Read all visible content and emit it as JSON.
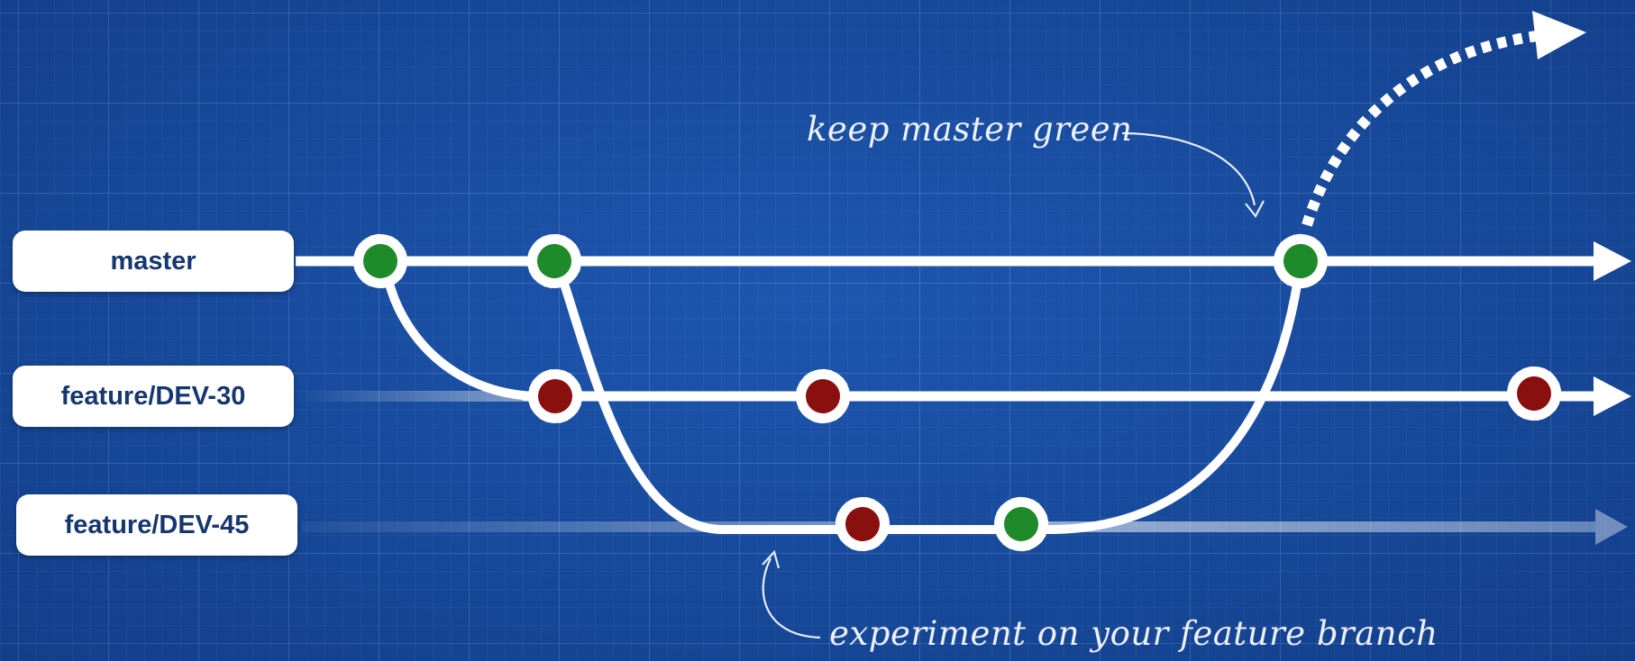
{
  "branches": {
    "master": "master",
    "dev30": "feature/DEV-30",
    "dev45": "feature/DEV-45"
  },
  "annotations": {
    "keep_green": "keep master green",
    "experiment": "experiment on your feature branch"
  },
  "colors": {
    "background": "#1a4fa3",
    "line": "#ffffff",
    "commit_passing": "#1f8a2a",
    "commit_failing": "#8a1010",
    "label_text": "#16366f"
  },
  "commits": [
    {
      "branch": "master",
      "status": "passing"
    },
    {
      "branch": "master",
      "status": "passing"
    },
    {
      "branch": "master",
      "status": "passing"
    },
    {
      "branch": "feature/DEV-30",
      "status": "failing"
    },
    {
      "branch": "feature/DEV-30",
      "status": "failing"
    },
    {
      "branch": "feature/DEV-30",
      "status": "failing"
    },
    {
      "branch": "feature/DEV-45",
      "status": "failing"
    },
    {
      "branch": "feature/DEV-45",
      "status": "passing"
    }
  ]
}
